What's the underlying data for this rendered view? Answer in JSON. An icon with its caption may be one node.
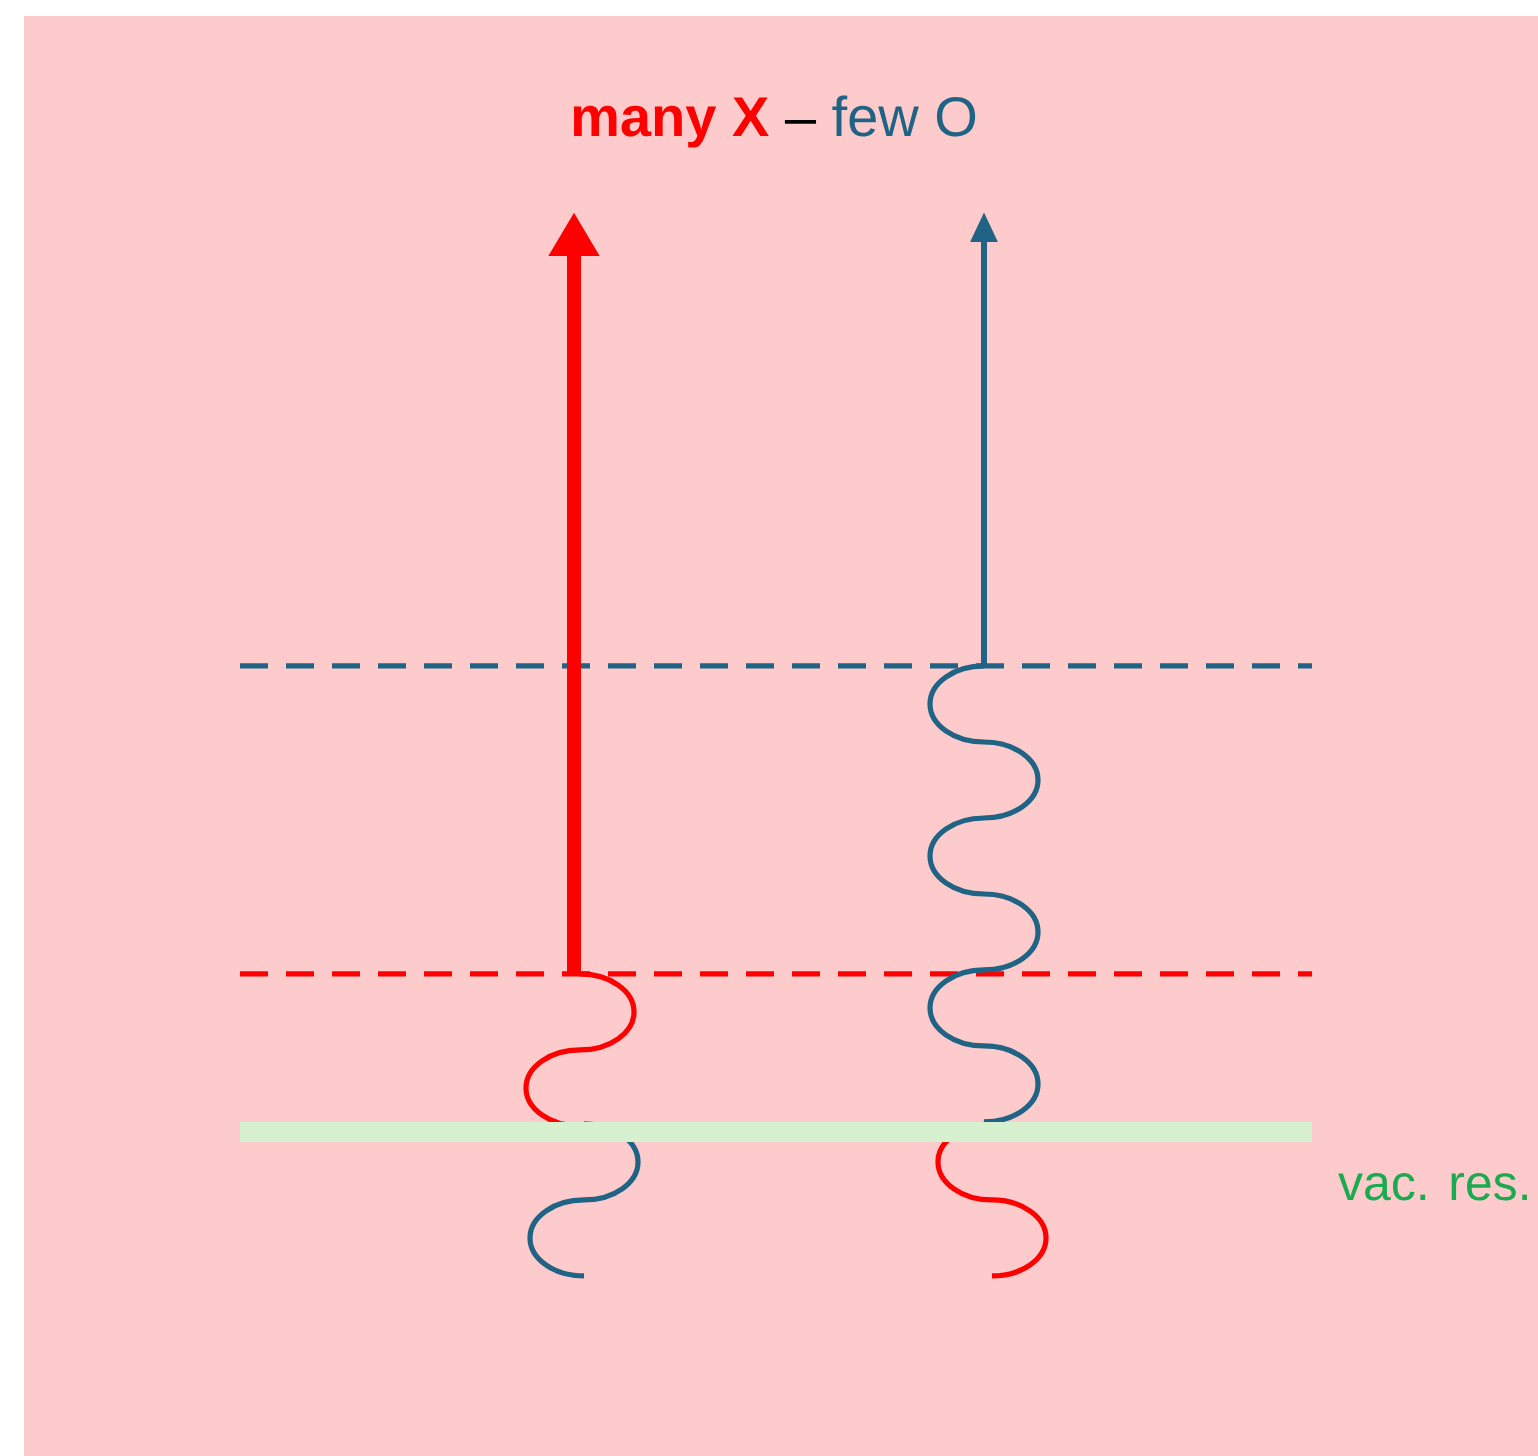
{
  "diagram": {
    "labels": [
      "many X",
      "–",
      "few O",
      "vac. res."
    ]
  }
}
